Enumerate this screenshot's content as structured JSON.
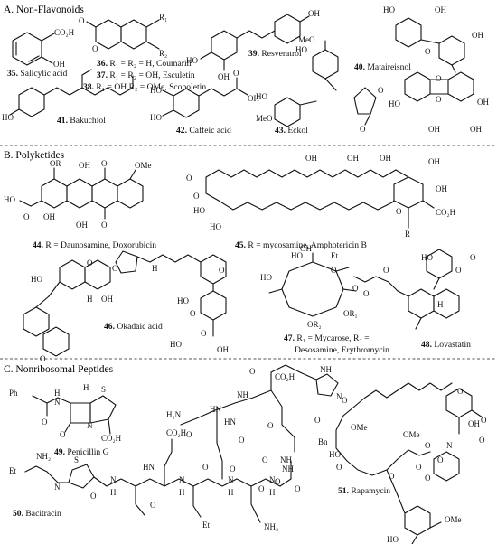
{
  "sections": [
    {
      "id": "A",
      "heading": "A. Non-Flavonoids"
    },
    {
      "id": "B",
      "heading": "B. Polyketides"
    },
    {
      "id": "C",
      "heading": "C. Nonribosomal Peptides"
    }
  ],
  "compounds": {
    "c35": {
      "num": "35.",
      "name": "Salicylic acid"
    },
    "c36": {
      "num": "36.",
      "name": "R₁ = R₂ = H, Coumarin"
    },
    "c37": {
      "num": "37.",
      "name": "R₁ = R₂ = OH, Esculetin"
    },
    "c38": {
      "num": "38.",
      "name": "R₁ = OH R₂ = OMe, Scopoletin"
    },
    "c39": {
      "num": "39.",
      "name": "Resveratrol"
    },
    "c40": {
      "num": "40.",
      "name": "Mataireisnol"
    },
    "c41": {
      "num": "41.",
      "name": "Bakuchiol"
    },
    "c42": {
      "num": "42.",
      "name": "Caffeic acid"
    },
    "c43": {
      "num": "43.",
      "name": "Eckol"
    },
    "c44": {
      "num": "44.",
      "name": "R = Daunosamine, Doxorubicin"
    },
    "c45": {
      "num": "45.",
      "name": "R = mycosamine, Amphotericin B"
    },
    "c46": {
      "num": "46.",
      "name": "Okadaic acid"
    },
    "c47a": {
      "num": "47.",
      "name": "R₁ = Mycarose,  R₂ ="
    },
    "c47b": {
      "name": "Desosamine, Erythromycin"
    },
    "c48": {
      "num": "48.",
      "name": "Lovastatin"
    },
    "c49": {
      "num": "49.",
      "name": "Penicillin G"
    },
    "c50": {
      "num": "50.",
      "name": "Bacitracin"
    },
    "c51": {
      "num": "51.",
      "name": "Rapamycin"
    }
  },
  "atoms": {
    "co2h": "CO₂H",
    "oh": "OH",
    "ho": "HO",
    "o": "O",
    "meo": "MeO",
    "ome": "OMe",
    "r1": "R₁",
    "r2": "R₂",
    "r": "R",
    "or": "OR",
    "or1": "OR₁",
    "or2": "OR₂",
    "h": "H",
    "n": "N",
    "nh": "NH",
    "hn": "HN",
    "nh2": "NH₂",
    "h2n": "H₂N",
    "s": "S",
    "ph": "Ph",
    "bn": "Bn",
    "et": "Et",
    "hoh": "HO"
  }
}
